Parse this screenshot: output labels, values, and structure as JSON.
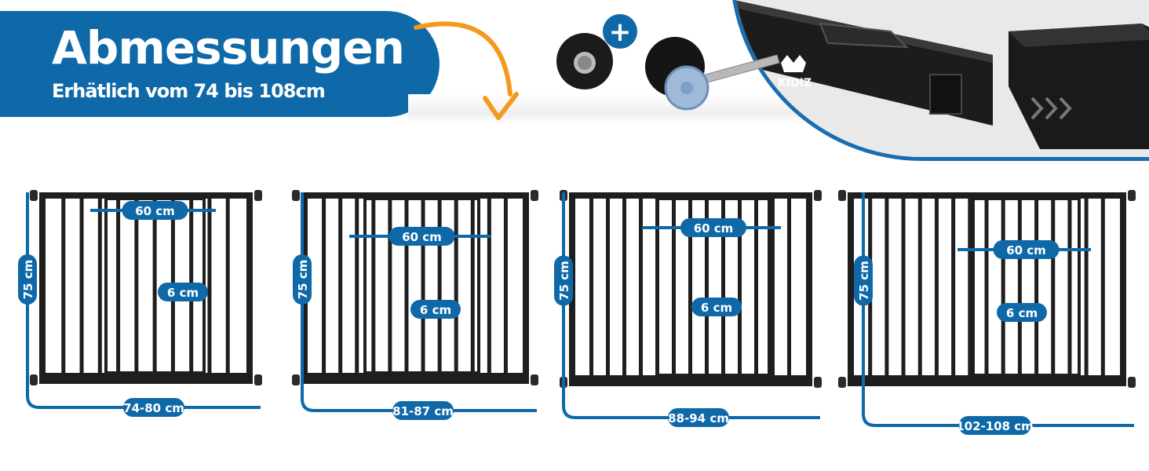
{
  "header": {
    "title": "Abmessungen",
    "subtitle": "Erhätlich vom 74 bis 108cm"
  },
  "accessories": {
    "plus_symbol": "+",
    "brand_text": "KIDIZ"
  },
  "gates": [
    {
      "width_label": "74-80 cm",
      "height_label": "75 cm",
      "door_label": "60 cm",
      "step_label": "6 cm"
    },
    {
      "width_label": "81-87 cm",
      "height_label": "75 cm",
      "door_label": "60 cm",
      "step_label": "6 cm"
    },
    {
      "width_label": "88-94 cm",
      "height_label": "75 cm",
      "door_label": "60 cm",
      "step_label": "6 cm"
    },
    {
      "width_label": "102-108 cm",
      "height_label": "75 cm",
      "door_label": "60 cm",
      "step_label": "6 cm"
    }
  ],
  "colors": {
    "brand_blue": "#0f69a8",
    "accent_orange": "#f39a1e",
    "gate_black": "#1e1e1e"
  }
}
